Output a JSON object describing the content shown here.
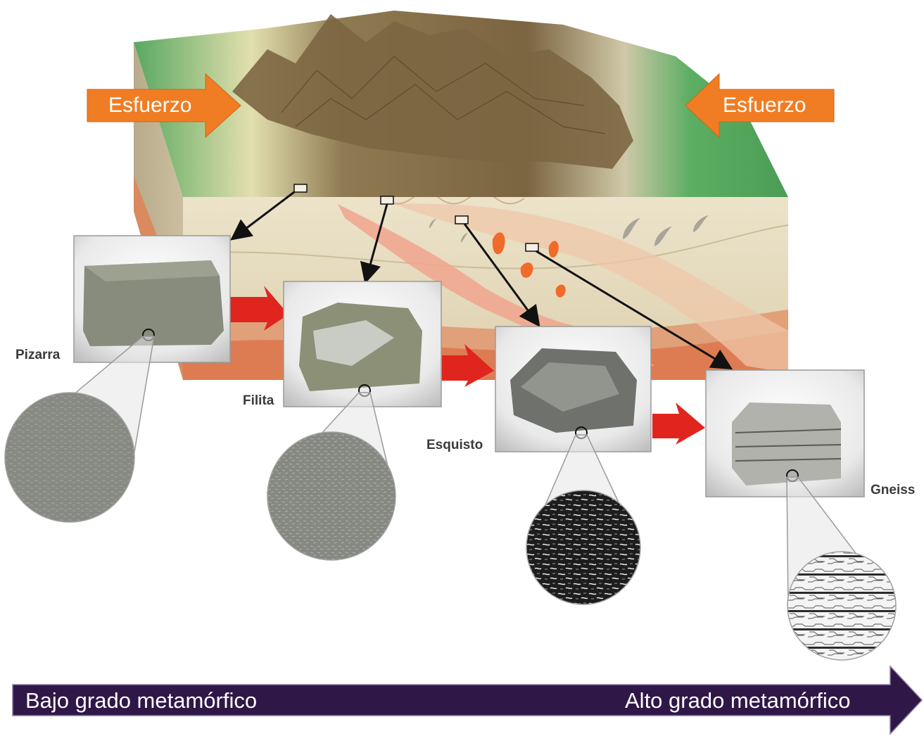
{
  "stress": {
    "left": "Esfuerzo",
    "right": "Esfuerzo"
  },
  "rocks": [
    {
      "name": "Pizarra"
    },
    {
      "name": "Filita"
    },
    {
      "name": "Esquisto"
    },
    {
      "name": "Gneiss"
    }
  ],
  "grade_bar": {
    "low": "Bajo grado metamórfico",
    "high": "Alto grado metamórfico",
    "color": "#2f1747"
  },
  "colors": {
    "stress_arrow": "#f07d24",
    "progress_arrow": "#e0251f",
    "terrain_green": "#5aa35a",
    "terrain_brown": "#8a6d45",
    "crust_tan": "#e7ddc2",
    "crust_orange": "#de7d52",
    "magma": "#f06a2a"
  },
  "icons": [
    "rock-sample",
    "magnified-texture",
    "stress-arrow",
    "progression-arrow"
  ]
}
